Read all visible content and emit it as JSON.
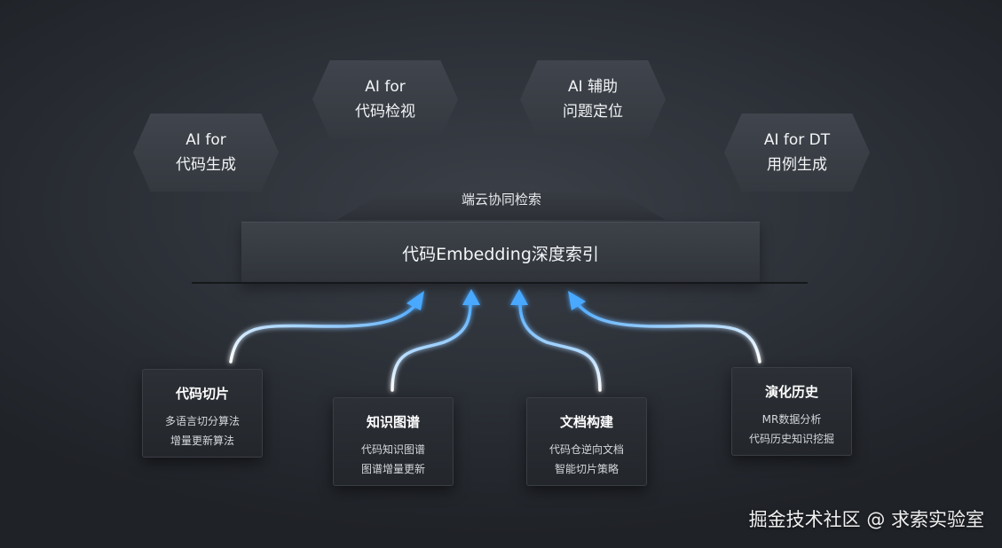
{
  "hexagons": [
    {
      "line1": "AI for",
      "line2": "代码生成"
    },
    {
      "line1": "AI for",
      "line2": "代码检视"
    },
    {
      "line1": "AI 辅助",
      "line2": "问题定位"
    },
    {
      "line1": "AI for DT",
      "line2": "用例生成"
    }
  ],
  "roof_label": "端云协同检索",
  "index_bar": "代码Embedding深度索引",
  "sources": [
    {
      "title": "代码切片",
      "lines": [
        "多语言切分算法",
        "增量更新算法"
      ]
    },
    {
      "title": "知识图谱",
      "lines": [
        "代码知识图谱",
        "图谱增量更新"
      ]
    },
    {
      "title": "文档构建",
      "lines": [
        "代码仓逆向文档",
        "智能切片策略"
      ]
    },
    {
      "title": "演化历史",
      "lines": [
        "MR数据分析",
        "代码历史知识挖掘"
      ]
    }
  ],
  "arrow_color": "#4aa8ff",
  "watermark": "掘金技术社区 @ 求索实验室"
}
